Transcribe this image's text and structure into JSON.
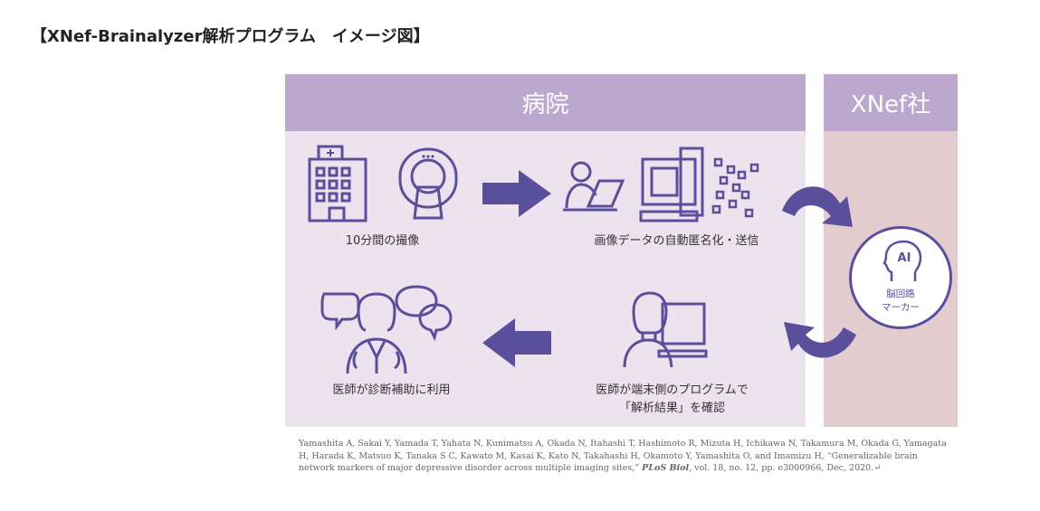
{
  "title": "【XNef-Brainalyzer解析プログラム　イメージ図】",
  "sections": {
    "hospital": "病院",
    "company": "XNef社"
  },
  "steps": [
    {
      "label": "10分間の撮像"
    },
    {
      "label": "画像データの自動匿名化・送信"
    },
    {
      "label_line1": "医師が端末側のプログラムで",
      "label_line2": "「解析結果」を確認"
    },
    {
      "label": "医師が診断補助に利用"
    }
  ],
  "ai": {
    "badge": "AI",
    "line1": "脳回路",
    "line2": "マーカー"
  },
  "reference": {
    "authors": "Yamashita A, Sakai Y, Yamada T, Yahata N, Kunimatsu A, Okada N, Itahashi T, Hashimoto R, Mizuta H, Ichikawa N, Takamura M, Okada G, Yamagata H, Harada K, Matsuo K, Tanaka S C, Kawato M, Kasai K, Kato N, Takahashi H, Okamoto Y, Yamashita O, and Imamizu H,",
    "title": "“Generalizable brain network markers of major depressive disorder across multiple imaging sites,”",
    "journal": "PLoS Biol",
    "details": ", vol. 18, no. 12, pp. e3000966, Dec, 2020.↵"
  },
  "colors": {
    "header": "#bca8cf",
    "hospital_bg": "#ede3ee",
    "company_bg": "#e3ccd0",
    "icon": "#5a4f9b"
  }
}
